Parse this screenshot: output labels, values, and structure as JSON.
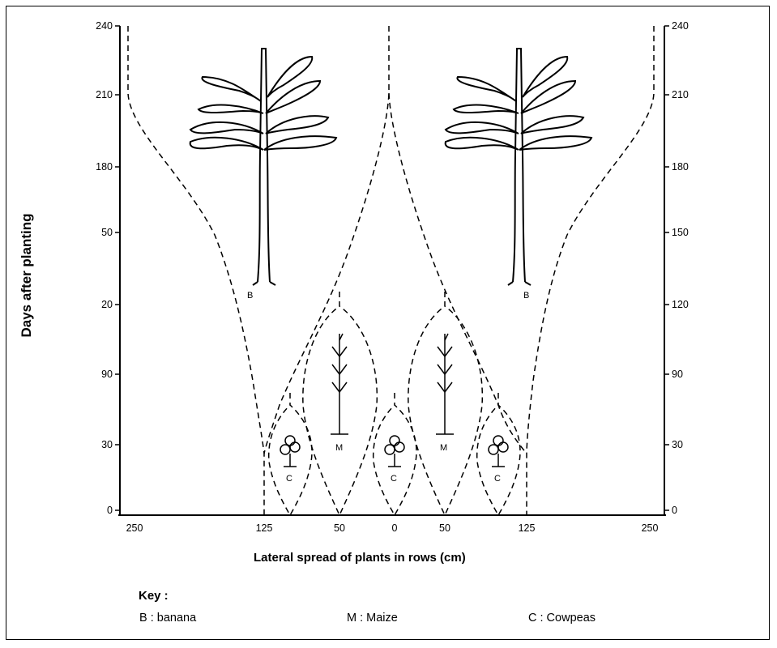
{
  "diagram": {
    "ylabel": "Days after planting",
    "xlabel": "Lateral spread of plants in rows (cm)",
    "left_y_ticks": [
      "240",
      "210",
      "180",
      "50",
      "20",
      "90",
      "30",
      "0"
    ],
    "right_y_ticks": [
      "240",
      "210",
      "180",
      "150",
      "120",
      "90",
      "30",
      "0"
    ],
    "x_ticks": [
      "250",
      "125",
      "50",
      "0",
      "50",
      "125",
      "250"
    ],
    "plant_labels": {
      "banana": "B",
      "maize": "M",
      "cowpea": "C"
    }
  },
  "key": {
    "title": "Key :",
    "items": [
      "B : banana",
      "M : Maize",
      "C : Cowpeas"
    ]
  }
}
